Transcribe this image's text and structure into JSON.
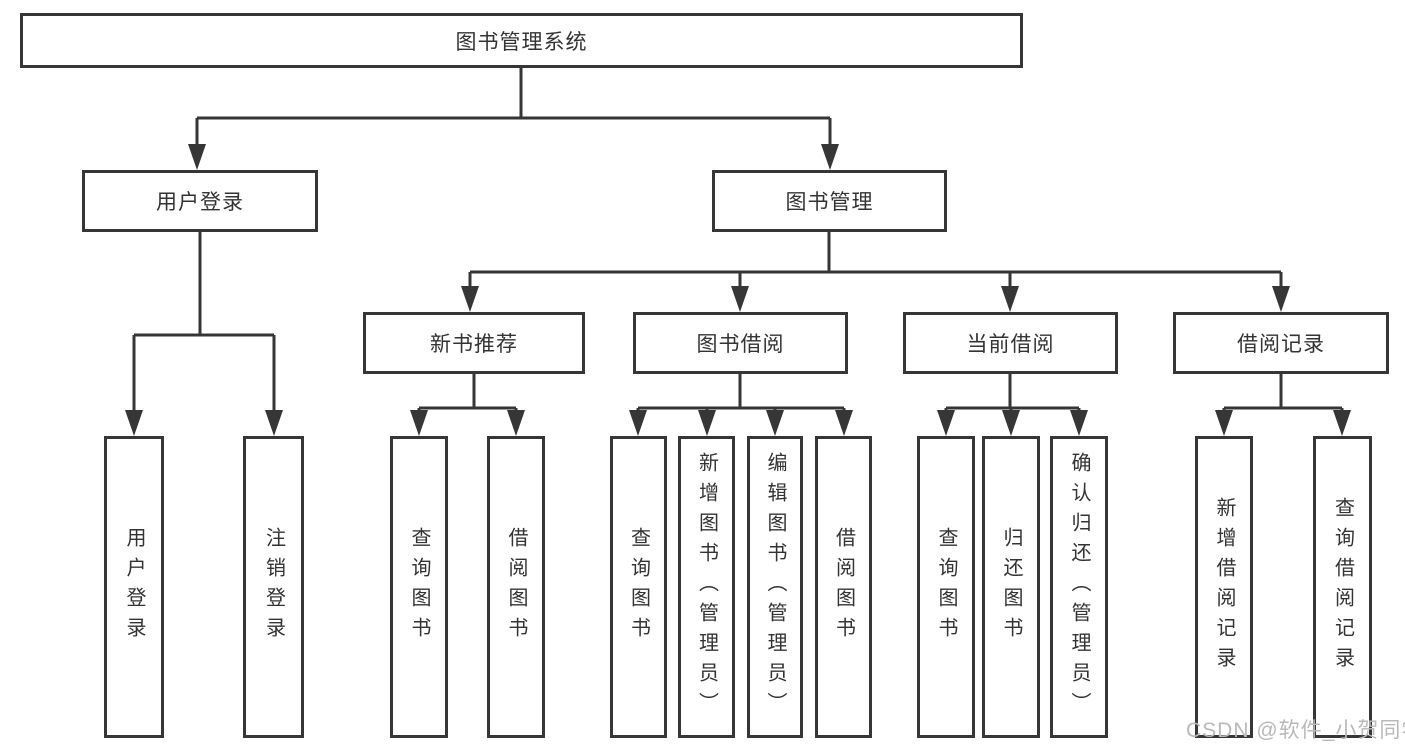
{
  "diagram": {
    "root": {
      "label": "图书管理系统"
    },
    "level2": [
      {
        "label": "用户登录"
      },
      {
        "label": "图书管理"
      }
    ],
    "level3": [
      {
        "label": "新书推荐"
      },
      {
        "label": "图书借阅"
      },
      {
        "label": "当前借阅"
      },
      {
        "label": "借阅记录"
      }
    ],
    "leaves": {
      "user_login": [
        {
          "label": "用户登录"
        },
        {
          "label": "注销登录"
        }
      ],
      "new_book": [
        {
          "label": "查询图书"
        },
        {
          "label": "借阅图书"
        }
      ],
      "book_borrow": [
        {
          "label": "查询图书"
        },
        {
          "label": "新增图书（管理员）"
        },
        {
          "label": "编辑图书（管理员）"
        },
        {
          "label": "借阅图书"
        }
      ],
      "current_borrow": [
        {
          "label": "查询图书"
        },
        {
          "label": "归还图书"
        },
        {
          "label": "确认归还（管理员）"
        }
      ],
      "borrow_records": [
        {
          "label": "新增借阅记录"
        },
        {
          "label": "查询借阅记录"
        }
      ]
    },
    "watermark": "CSDN @软件_小贺同学",
    "colors": {
      "line": "#363636",
      "box_background": "#ffffff",
      "text": "#333333",
      "watermark": "#b9b9b9"
    }
  }
}
